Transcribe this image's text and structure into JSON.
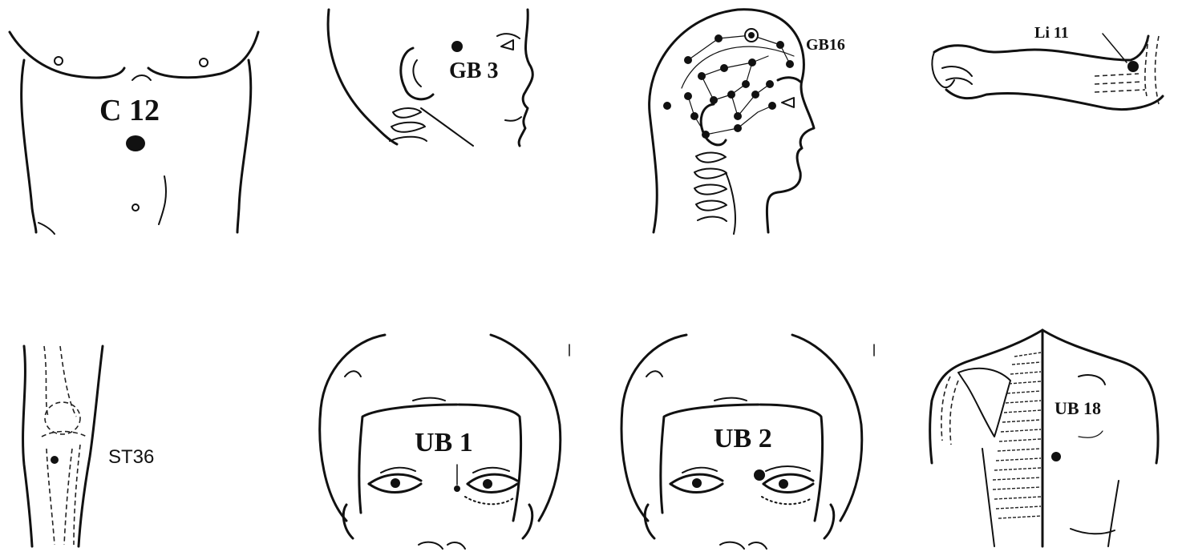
{
  "points": {
    "c12": "C 12",
    "gb3": "GB 3",
    "gb16": "GB16",
    "li11": "Li 11",
    "st36": "ST36",
    "ub1": "UB 1",
    "ub2": "UB 2",
    "ub18": "UB 18"
  }
}
